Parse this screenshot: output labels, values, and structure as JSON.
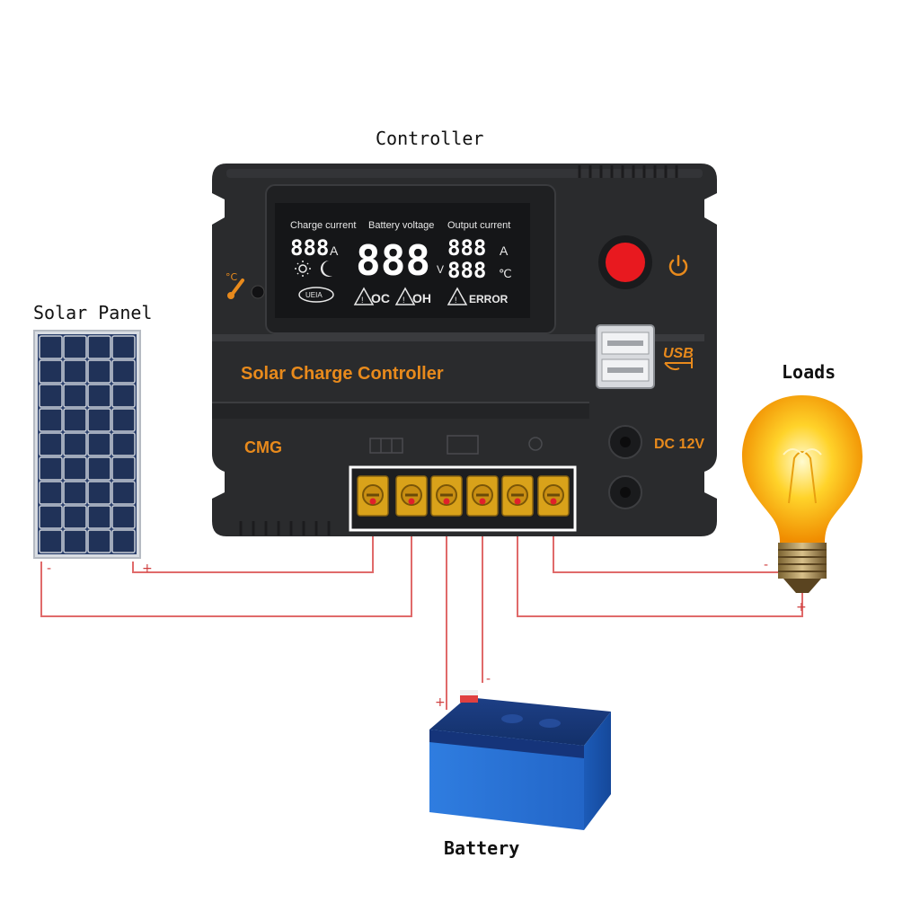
{
  "labels": {
    "controller": "Controller",
    "solar_panel": "Solar Panel",
    "loads": "Loads",
    "battery": "Battery"
  },
  "device": {
    "brand_title": "Solar Charge Controller",
    "model": "CMG",
    "dc_label": "DC 12V",
    "usb_label": "USB",
    "lcd": {
      "charge_current_label": "Charge current",
      "battery_voltage_label": "Battery voltage",
      "output_current_label": "Output current",
      "charge_digits": "888",
      "charge_unit": "A",
      "voltage_digits": "888",
      "voltage_unit": "V",
      "output_digits": "888",
      "output_unit": "A",
      "temp_digits": "888",
      "temp_unit": "℃",
      "oc_label": "OC",
      "oh_label": "OH",
      "error_label": "ERROR",
      "battery_icon_text": "UEIA"
    }
  },
  "wires": {
    "panel_minus": "-",
    "panel_plus": "+",
    "battery_plus": "+",
    "battery_minus": "-",
    "load_minus": "-",
    "load_plus": "+"
  },
  "colors": {
    "housing": "#2a2b2d",
    "accent": "#e88a1c",
    "wire": "#e06a6a",
    "terminal": "#d9a21a",
    "battery": "#2f7de0",
    "power_button": "#e8191f"
  }
}
